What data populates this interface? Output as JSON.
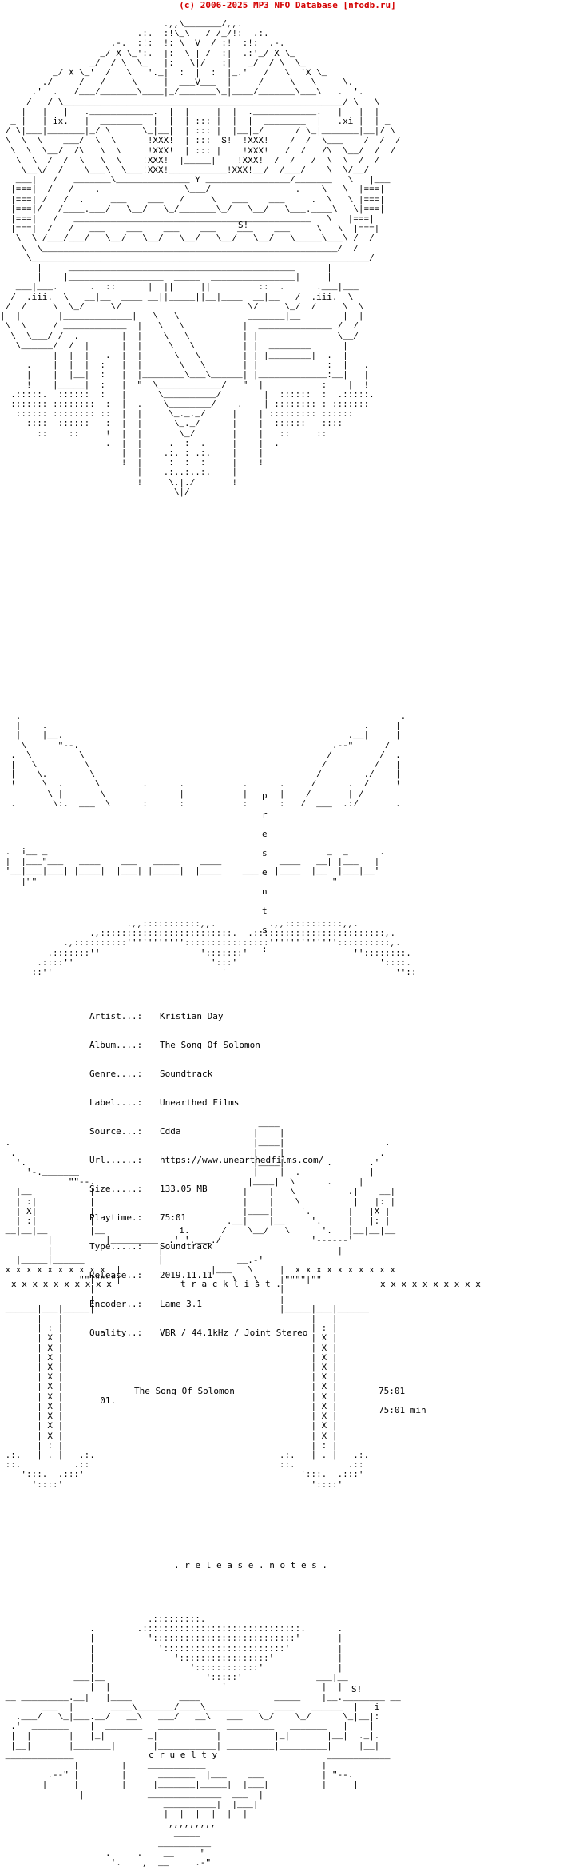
{
  "header": {
    "title": "(c) 2006-2025 MP3 NFO Database [nfodb.ru]"
  },
  "presents": {
    "letters": [
      "p",
      "r",
      "e",
      "s",
      "e",
      "n",
      "t",
      "s",
      ":"
    ],
    "group_badge": "S!"
  },
  "release_info": {
    "rows": [
      {
        "label": "Artist...:",
        "value": "Kristian Day"
      },
      {
        "label": "Album....:",
        "value": "The Song Of Solomon"
      },
      {
        "label": "Genre....:",
        "value": "Soundtrack"
      },
      {
        "label": "Label....:",
        "value": "Unearthed Films"
      },
      {
        "label": "Source...:",
        "value": "Cdda"
      },
      {
        "label": "Url......:",
        "value": "https://www.unearthedfilms.com/"
      },
      {
        "label": "Size.....:",
        "value": "133.05 MB"
      },
      {
        "label": "Playtime.:",
        "value": "75:01"
      },
      {
        "label": "Type.....:",
        "value": "Soundtrack"
      },
      {
        "label": "Release..:",
        "value": "2019.11.11"
      },
      {
        "label": "Encoder..:",
        "value": "Lame 3.1"
      },
      {
        "label": "Quality..:",
        "value": "VBR / 44.1kHz / Joint Stereo"
      }
    ]
  },
  "tracklist": {
    "label": "t r a c k l i s t .",
    "border_left": "x x x x x x x x x x",
    "border_right": "x x x x x x x x x x",
    "tracks": [
      {
        "number": "01.",
        "title": "The Song Of Solomon",
        "time": "75:01"
      }
    ],
    "total": "75:01 min"
  },
  "release_notes": {
    "label": ". r e l e a s e . n o t e s ."
  },
  "footer": {
    "group_badge": "S!",
    "word": "c r u e l t y"
  }
}
